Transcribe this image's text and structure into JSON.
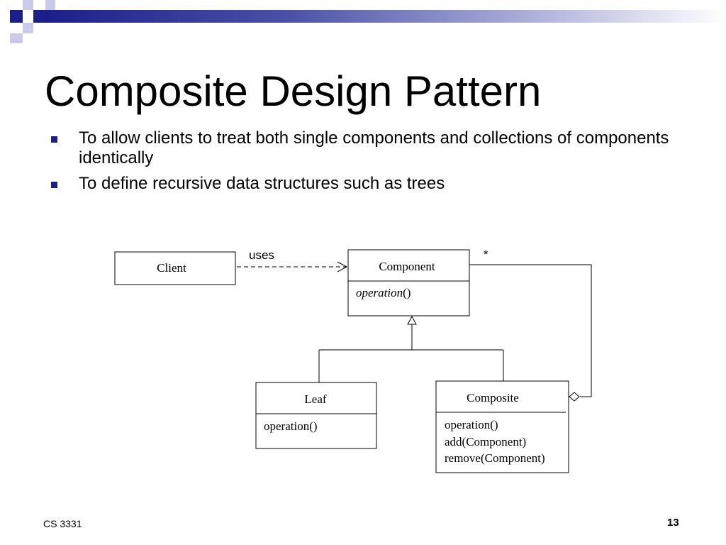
{
  "slide": {
    "title": "Composite Design Pattern",
    "bullets": [
      "To allow clients to treat both single components and collections of components identically",
      "To define recursive data structures such as trees"
    ],
    "footer_course": "CS 3331",
    "page_number": "13",
    "accent_color": "#1c1f8a"
  },
  "diagram": {
    "client": "Client",
    "uses_label": "uses",
    "multiplicity": "*",
    "component": {
      "name": "Component",
      "operation": "operation",
      "operation_parens": "()"
    },
    "leaf": {
      "name": "Leaf",
      "operation": "operation()"
    },
    "composite": {
      "name": "Composite",
      "methods": [
        "operation()",
        "add(Component)",
        "remove(Component)"
      ]
    }
  }
}
